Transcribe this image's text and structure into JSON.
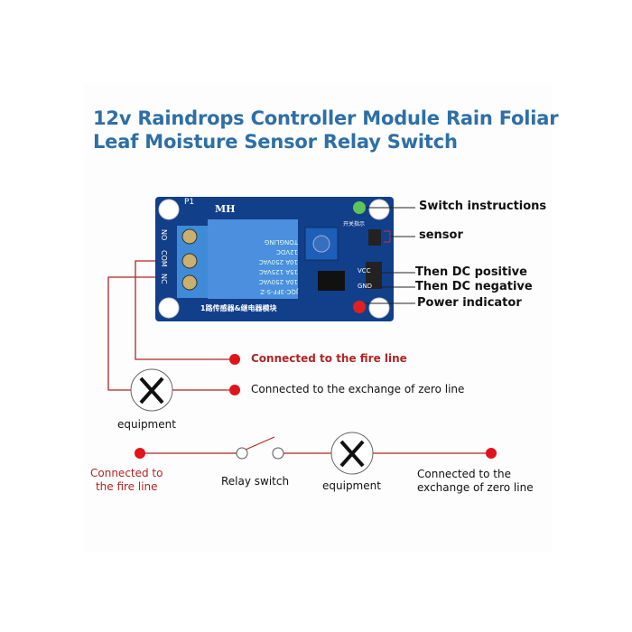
{
  "title_lines": [
    "12v Raindrops Controller Module Rain Foliar",
    "Leaf Moisture Sensor Relay Switch"
  ],
  "board": {
    "silk_p1": "P1",
    "silk_mh": "MH",
    "terminal_labels": [
      "NO",
      "COM",
      "NC"
    ],
    "relay_lines": [
      "JQC-3FF-S-Z",
      "10A 250VAC",
      "15A 125VAC",
      "10A 250VAC",
      "12VDC",
      "TONGLING"
    ],
    "module_name": "1路传感器&继电器模块",
    "pin_vcc": "VCC",
    "pin_gnd": "GND",
    "led_label": "开关指示"
  },
  "callouts": {
    "switch_instructions": "Switch instructions",
    "sensor": "sensor",
    "dc_positive": "Then DC positive",
    "dc_negative": "Then DC negative",
    "power_indicator": "Power indicator"
  },
  "wiring": {
    "fire_line": "Connected to the fire line",
    "zero_line": "Connected to the exchange of zero line",
    "equipment": "equipment"
  },
  "schematic": {
    "fire_line_1": "Connected to",
    "fire_line_2": "the fire line",
    "relay_switch": "Relay switch",
    "equipment": "equipment",
    "zero_line_1": "Connected to the",
    "zero_line_2": "exchange of zero line"
  },
  "colors": {
    "title": "#2e6fa6",
    "wire": "#b22424",
    "board": "#123f8a",
    "relay": "#3a7bd5"
  }
}
